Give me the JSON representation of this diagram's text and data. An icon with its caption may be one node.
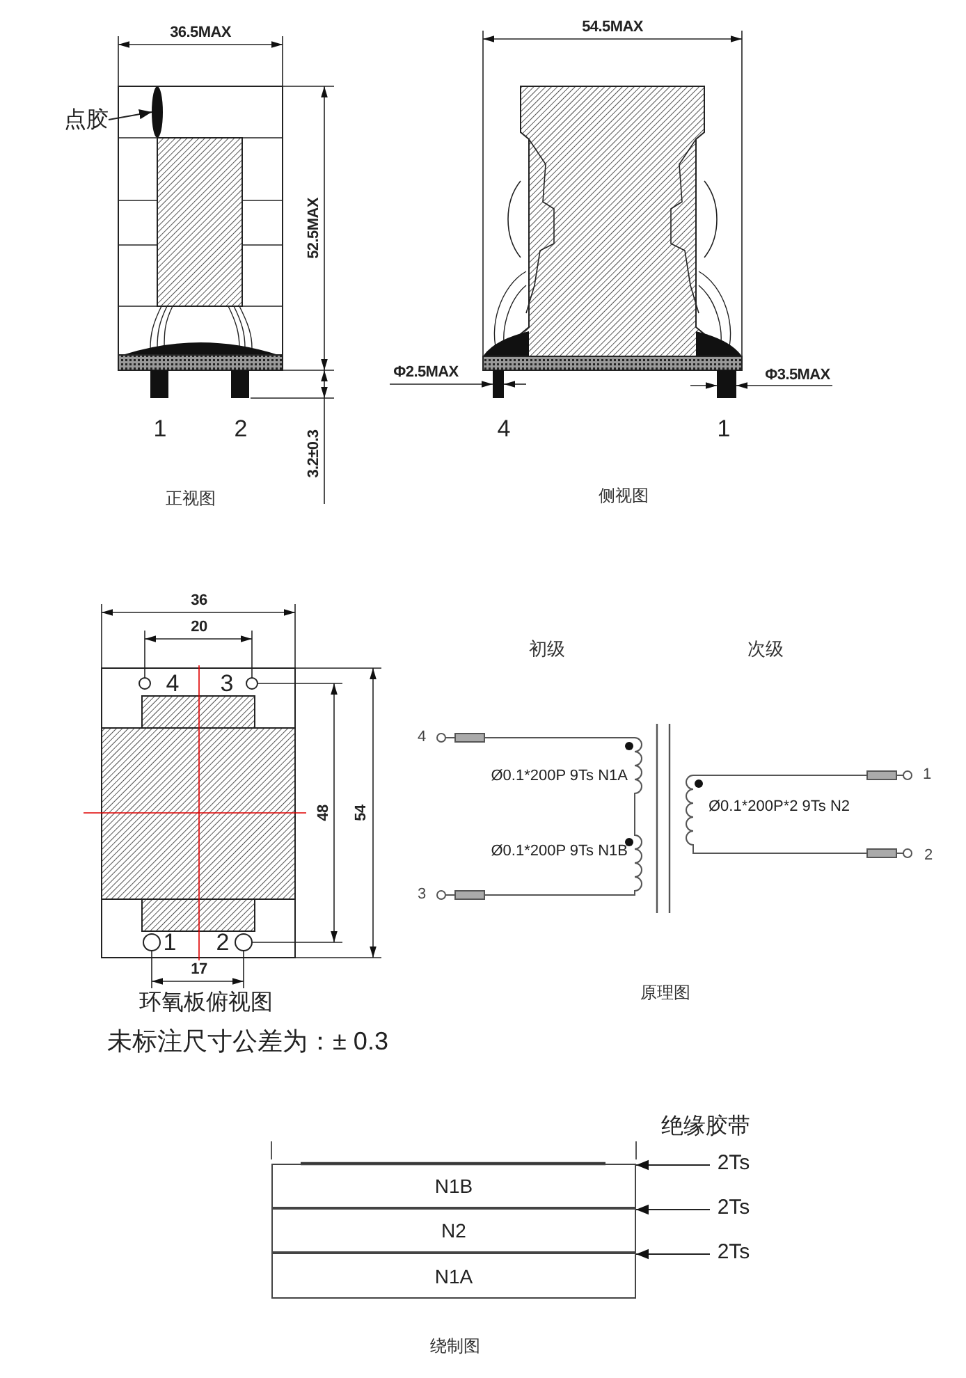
{
  "diagram": {
    "nodes": [
      {
        "text": [
          "点胶"
        ]
      },
      {
        "text": [],
        "shape": "ellipse"
      },
      {
        "text": [
          "N1B"
        ]
      },
      {
        "text": [
          "N2"
        ]
      },
      {
        "text": [
          "N1A"
        ]
      },
      {
        "text": [
          "2Ts"
        ]
      },
      {
        "text": [
          "2Ts"
        ]
      },
      {
        "text": [
          "2Ts"
        ]
      }
    ],
    "edges": [
      {
        "from": 0,
        "to": 1,
        "arrow": "to"
      },
      {
        "from": 5,
        "to": 2,
        "arrow": "to"
      },
      {
        "from": 6,
        "to": 3,
        "arrow": "to"
      },
      {
        "from": 7,
        "to": 4,
        "arrow": "to"
      }
    ],
    "labels": [
      "36.5MAX",
      "52.5MAX",
      "3.2±0.3",
      "1",
      "2",
      "正视图",
      "54.5MAX",
      "Φ2.5MAX",
      "Φ3.5MAX",
      "4",
      "1",
      "侧视图",
      "36",
      "20",
      "4",
      "3",
      "48",
      "54",
      "1",
      "2",
      "17",
      "环氧板俯视图",
      "未标注尺寸公差为：± 0.3",
      "初级",
      "次级",
      "4",
      "Ø0.1*200P 9Ts N1A",
      "1",
      "Ø0.1*200P*2 9Ts N2",
      "Ø0.1*200P 9Ts N1B",
      "2",
      "3",
      "原理图",
      "绝缘胶带",
      "绕制图"
    ]
  }
}
